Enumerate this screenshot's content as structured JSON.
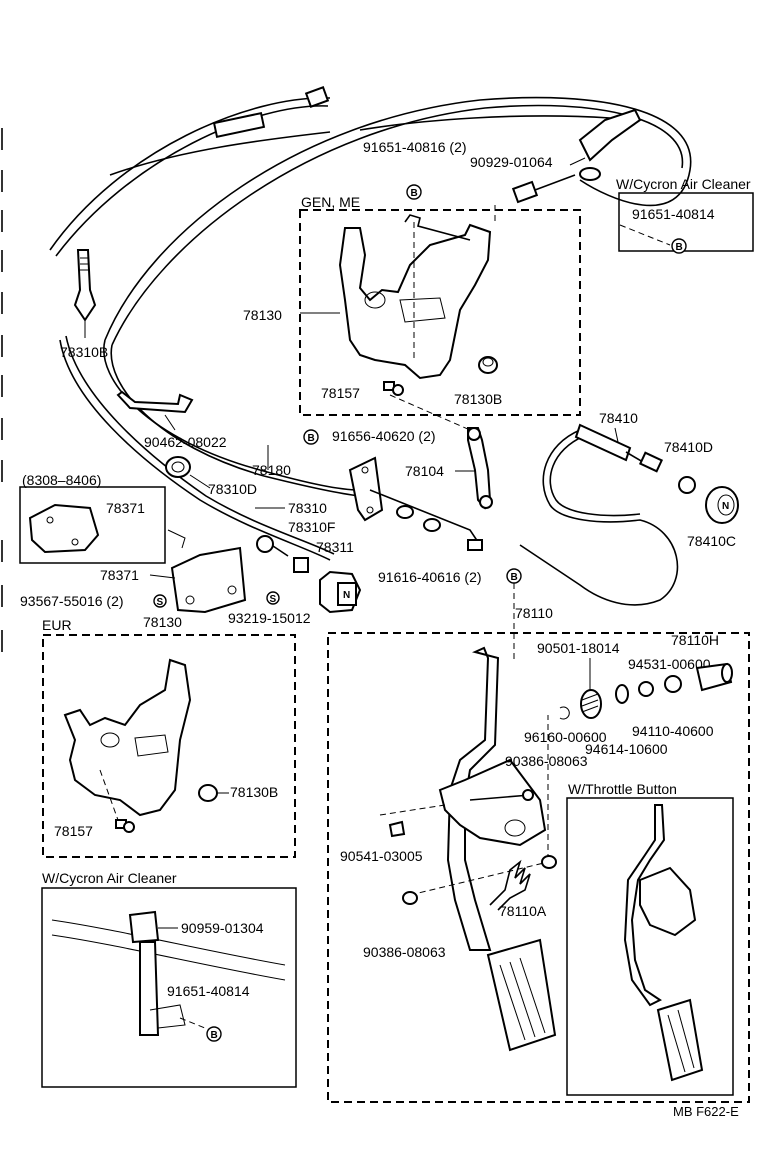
{
  "labels": {
    "p91651_40816": "91651-40816 (2)",
    "p90929_01064": "90929-01064",
    "wcyc_top_title": "W/Cycron Air Cleaner",
    "p91651_40814_top": "91651-40814",
    "gen_me": "GEN, ME",
    "p78130_main": "78130",
    "p78310B": "78310B",
    "p78157_top": "78157",
    "p78130B_top": "78130B",
    "p78410": "78410",
    "p78410D": "78410D",
    "p78410C": "78410C",
    "p90462_08022": "90462-08022",
    "p91656_40620": "91656-40620 (2)",
    "p78104": "78104",
    "p78180": "78180",
    "range_8308_8406": "(8308–8406)",
    "p78310D": "78310D",
    "p78371_box": "78371",
    "p78310": "78310",
    "p78310F": "78310F",
    "p78311": "78311",
    "p78371": "78371",
    "p93567_55016": "93567-55016 (2)",
    "p91616_40616": "91616-40616 (2)",
    "p78130_eur": "78130",
    "p93219_15012": "93219-15012",
    "p78110": "78110",
    "eur": "EUR",
    "p90501_18014": "90501-18014",
    "p78110H": "78110H",
    "p94531_00600": "94531-00600",
    "p94110_40600": "94110-40600",
    "p96160_00600": "96160-00600",
    "p94614_10600": "94614-10600",
    "p90386_08063_a": "90386-08063",
    "p78130B_eur": "78130B",
    "wthrottle_title": "W/Throttle Button",
    "p78157_eur": "78157",
    "p90541_03005": "90541-03005",
    "p78110A": "78110A",
    "wcyc_bottom_title": "W/Cycron Air Cleaner",
    "p90959_01304": "90959-01304",
    "p90386_08063_b": "90386-08063",
    "p91651_40814_bot": "91651-40814",
    "figure_code": "MB F622-E"
  },
  "markers": {
    "bolt": "B",
    "screw": "S"
  }
}
